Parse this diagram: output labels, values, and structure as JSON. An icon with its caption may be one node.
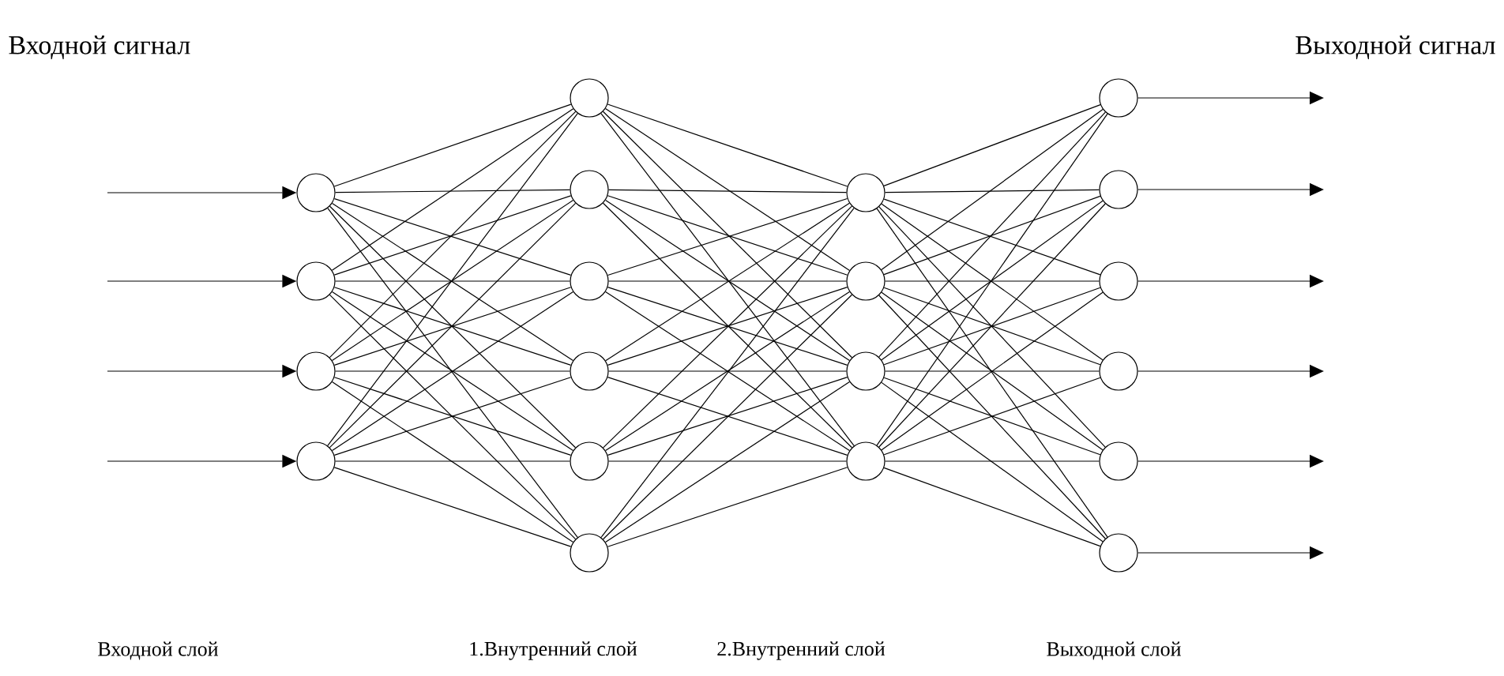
{
  "diagram": {
    "nodes": [
      {
        "text": [],
        "shape": "circle"
      },
      {
        "text": [],
        "shape": "circle"
      },
      {
        "text": [],
        "shape": "circle"
      },
      {
        "text": [],
        "shape": "circle"
      },
      {
        "text": [],
        "shape": "circle"
      },
      {
        "text": [],
        "shape": "circle"
      },
      {
        "text": [],
        "shape": "circle"
      },
      {
        "text": [],
        "shape": "circle"
      },
      {
        "text": [],
        "shape": "circle"
      },
      {
        "text": [],
        "shape": "circle"
      },
      {
        "text": [],
        "shape": "circle"
      },
      {
        "text": [],
        "shape": "circle"
      },
      {
        "text": [],
        "shape": "circle"
      },
      {
        "text": [],
        "shape": "circle"
      },
      {
        "text": [],
        "shape": "circle"
      },
      {
        "text": [],
        "shape": "circle"
      },
      {
        "text": [],
        "shape": "circle"
      },
      {
        "text": [],
        "shape": "circle"
      },
      {
        "text": [],
        "shape": "circle"
      },
      {
        "text": [],
        "shape": "circle"
      }
    ],
    "edges": [
      {
        "from": null,
        "to": 0,
        "arrow": "to"
      },
      {
        "from": null,
        "to": 1,
        "arrow": "to"
      },
      {
        "from": null,
        "to": 2,
        "arrow": "to"
      },
      {
        "from": null,
        "to": 3,
        "arrow": "to"
      },
      {
        "from": 0,
        "to": 4,
        "arrow": "none"
      },
      {
        "from": 0,
        "to": 5,
        "arrow": "none"
      },
      {
        "from": 0,
        "to": 6,
        "arrow": "none"
      },
      {
        "from": 0,
        "to": 7,
        "arrow": "none"
      },
      {
        "from": 0,
        "to": 8,
        "arrow": "none"
      },
      {
        "from": 0,
        "to": 9,
        "arrow": "none"
      },
      {
        "from": 1,
        "to": 4,
        "arrow": "none"
      },
      {
        "from": 1,
        "to": 5,
        "arrow": "none"
      },
      {
        "from": 1,
        "to": 6,
        "arrow": "none"
      },
      {
        "from": 1,
        "to": 7,
        "arrow": "none"
      },
      {
        "from": 1,
        "to": 8,
        "arrow": "none"
      },
      {
        "from": 1,
        "to": 9,
        "arrow": "none"
      },
      {
        "from": 2,
        "to": 4,
        "arrow": "none"
      },
      {
        "from": 2,
        "to": 5,
        "arrow": "none"
      },
      {
        "from": 2,
        "to": 6,
        "arrow": "none"
      },
      {
        "from": 2,
        "to": 7,
        "arrow": "none"
      },
      {
        "from": 2,
        "to": 8,
        "arrow": "none"
      },
      {
        "from": 2,
        "to": 9,
        "arrow": "none"
      },
      {
        "from": 3,
        "to": 4,
        "arrow": "none"
      },
      {
        "from": 3,
        "to": 5,
        "arrow": "none"
      },
      {
        "from": 3,
        "to": 6,
        "arrow": "none"
      },
      {
        "from": 3,
        "to": 7,
        "arrow": "none"
      },
      {
        "from": 3,
        "to": 8,
        "arrow": "none"
      },
      {
        "from": 3,
        "to": 9,
        "arrow": "none"
      },
      {
        "from": 4,
        "to": 10,
        "arrow": "none"
      },
      {
        "from": 4,
        "to": 11,
        "arrow": "none"
      },
      {
        "from": 4,
        "to": 12,
        "arrow": "none"
      },
      {
        "from": 4,
        "to": 13,
        "arrow": "none"
      },
      {
        "from": 5,
        "to": 10,
        "arrow": "none"
      },
      {
        "from": 5,
        "to": 11,
        "arrow": "none"
      },
      {
        "from": 5,
        "to": 12,
        "arrow": "none"
      },
      {
        "from": 5,
        "to": 13,
        "arrow": "none"
      },
      {
        "from": 6,
        "to": 10,
        "arrow": "none"
      },
      {
        "from": 6,
        "to": 11,
        "arrow": "none"
      },
      {
        "from": 6,
        "to": 12,
        "arrow": "none"
      },
      {
        "from": 6,
        "to": 13,
        "arrow": "none"
      },
      {
        "from": 7,
        "to": 10,
        "arrow": "none"
      },
      {
        "from": 7,
        "to": 11,
        "arrow": "none"
      },
      {
        "from": 7,
        "to": 12,
        "arrow": "none"
      },
      {
        "from": 7,
        "to": 13,
        "arrow": "none"
      },
      {
        "from": 8,
        "to": 10,
        "arrow": "none"
      },
      {
        "from": 8,
        "to": 11,
        "arrow": "none"
      },
      {
        "from": 8,
        "to": 12,
        "arrow": "none"
      },
      {
        "from": 8,
        "to": 13,
        "arrow": "none"
      },
      {
        "from": 9,
        "to": 10,
        "arrow": "none"
      },
      {
        "from": 9,
        "to": 11,
        "arrow": "none"
      },
      {
        "from": 9,
        "to": 12,
        "arrow": "none"
      },
      {
        "from": 9,
        "to": 13,
        "arrow": "none"
      },
      {
        "from": 10,
        "to": 14,
        "arrow": "none"
      },
      {
        "from": 10,
        "to": 15,
        "arrow": "none"
      },
      {
        "from": 10,
        "to": 16,
        "arrow": "none"
      },
      {
        "from": 10,
        "to": 17,
        "arrow": "none"
      },
      {
        "from": 10,
        "to": 18,
        "arrow": "none"
      },
      {
        "from": 10,
        "to": 19,
        "arrow": "none"
      },
      {
        "from": 11,
        "to": 14,
        "arrow": "none"
      },
      {
        "from": 11,
        "to": 15,
        "arrow": "none"
      },
      {
        "from": 11,
        "to": 16,
        "arrow": "none"
      },
      {
        "from": 11,
        "to": 17,
        "arrow": "none"
      },
      {
        "from": 11,
        "to": 18,
        "arrow": "none"
      },
      {
        "from": 11,
        "to": 19,
        "arrow": "none"
      },
      {
        "from": 12,
        "to": 14,
        "arrow": "none"
      },
      {
        "from": 12,
        "to": 15,
        "arrow": "none"
      },
      {
        "from": 12,
        "to": 16,
        "arrow": "none"
      },
      {
        "from": 12,
        "to": 17,
        "arrow": "none"
      },
      {
        "from": 12,
        "to": 18,
        "arrow": "none"
      },
      {
        "from": 12,
        "to": 19,
        "arrow": "none"
      },
      {
        "from": 13,
        "to": 14,
        "arrow": "none"
      },
      {
        "from": 13,
        "to": 15,
        "arrow": "none"
      },
      {
        "from": 13,
        "to": 16,
        "arrow": "none"
      },
      {
        "from": 13,
        "to": 17,
        "arrow": "none"
      },
      {
        "from": 13,
        "to": 18,
        "arrow": "none"
      },
      {
        "from": 13,
        "to": 19,
        "arrow": "none"
      },
      {
        "from": 14,
        "to": null,
        "arrow": "to"
      },
      {
        "from": 15,
        "to": null,
        "arrow": "to"
      },
      {
        "from": 16,
        "to": null,
        "arrow": "to"
      },
      {
        "from": 17,
        "to": null,
        "arrow": "to"
      },
      {
        "from": 18,
        "to": null,
        "arrow": "to"
      },
      {
        "from": 19,
        "to": null,
        "arrow": "to"
      }
    ],
    "labels": [
      "Входной сигнал",
      "Выходной сигнал",
      "Входной слой",
      "1.Внутренний слой",
      "2.Внутренний слой",
      "Выходной слой"
    ]
  }
}
